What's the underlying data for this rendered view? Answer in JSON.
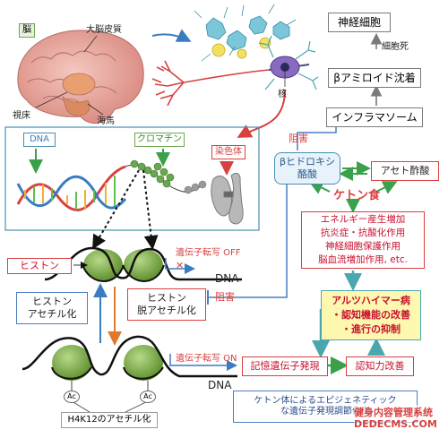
{
  "brain": {
    "tag": "脳",
    "cortex": "大脳皮質",
    "thalamus": "視床",
    "hippocampus": "海馬",
    "nucleus": "核"
  },
  "chromatin_panel": {
    "dna": "DNA",
    "chromatin": "クロマチン",
    "chromosome": "染色体"
  },
  "histone": {
    "histone_label": "ヒストン",
    "acetylation": "ヒストン\nアセチル化",
    "deacetylation": "ヒストン\n脱アセチル化",
    "transcription_off": "遺伝子転写 OFF",
    "transcription_on": "遺伝子転写 ON",
    "dna_top": "DNA",
    "dna_bottom": "DNA",
    "inhibit": "阻害",
    "ac": "Ac",
    "h4k12": "H4K12のアセチル化"
  },
  "right_flow": {
    "neuron": "神経細胞",
    "cell_death": "細胞死",
    "amyloid": "βアミロイド沈着",
    "inflammasome": "インフラマソーム",
    "inhibit": "阻害",
    "bhb": "βヒドロキシ\n酪酸",
    "acetoacetate": "アセト酢酸",
    "ketone_diet": "ケトン食",
    "effects": "エネルギー産生増加\n抗炎症・抗酸化作用\n神経細胞保護作用\n脳血流増加作用, etc.",
    "alzheimer": "アルツハイマー病\n・認知機能の改善\n・進行の抑制",
    "memory_gene": "記憶遺伝子発現",
    "cognition": "認知力改善",
    "epigenetic": "ケトン体によるエピジェネティック\nな遺伝子発現調節作用"
  },
  "watermark": {
    "text": "健身内容管理系统",
    "url": "DEDECMS.COM"
  }
}
